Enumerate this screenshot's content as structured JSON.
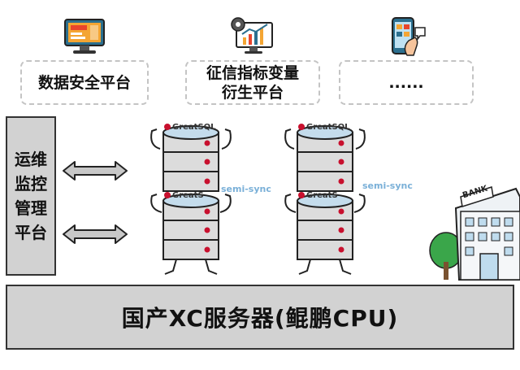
{
  "apps": [
    {
      "label_lines": [
        "数据安全平台"
      ],
      "icon": "monitor-dashboard-icon"
    },
    {
      "label_lines": [
        "征信指标变量",
        "衍生平台"
      ],
      "icon": "analytics-gear-icon"
    },
    {
      "label_lines": [
        "......"
      ],
      "icon": "phone-touch-icon"
    }
  ],
  "ops_platform": {
    "label_lines": [
      "运维",
      "监控",
      "管理",
      "平台"
    ]
  },
  "clusters": [
    {
      "top_logo": "GreatSQL",
      "bottom_logo": "GreatS",
      "sync_label": "semi-sync"
    },
    {
      "top_logo": "GreatSQL",
      "bottom_logo": "GreatS",
      "sync_label": "semi-sync"
    }
  ],
  "bank": {
    "sign": "BANK"
  },
  "base": {
    "label": "国产XC服务器(鲲鹏CPU)"
  },
  "colors": {
    "server_body": "#dcdcdc",
    "server_top": "#c4dcec",
    "led": "#c8102e",
    "panel": "#d2d2d2"
  }
}
